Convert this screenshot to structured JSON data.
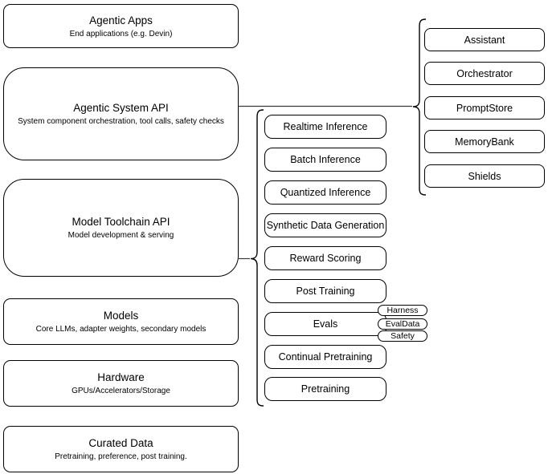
{
  "left_column": [
    {
      "title": "Agentic Apps",
      "subtitle": "End applications (e.g. Devin)"
    },
    {
      "title": "Agentic System API",
      "subtitle": "System component orchestration, tool calls, safety checks"
    },
    {
      "title": "Model Toolchain API",
      "subtitle": "Model development & serving"
    },
    {
      "title": "Models",
      "subtitle": "Core LLMs, adapter weights, secondary models"
    },
    {
      "title": "Hardware",
      "subtitle": "GPUs/Accelerators/Storage"
    },
    {
      "title": "Curated Data",
      "subtitle": "Pretraining, preference, post training."
    }
  ],
  "toolchain_nodes": [
    "Realtime Inference",
    "Batch Inference",
    "Quantized Inference",
    "Synthetic Data Generation",
    "Reward Scoring",
    "Post Training",
    "Evals",
    "Continual Pretraining",
    "Pretraining"
  ],
  "eval_tags": [
    "Harness",
    "EvalData",
    "Safety"
  ],
  "system_nodes": [
    "Assistant",
    "Orchestrator",
    "PromptStore",
    "MemoryBank",
    "Shields"
  ],
  "colors": {
    "stroke": "#000000",
    "fill": "#ffffff",
    "connector": "#3a3a3a"
  }
}
